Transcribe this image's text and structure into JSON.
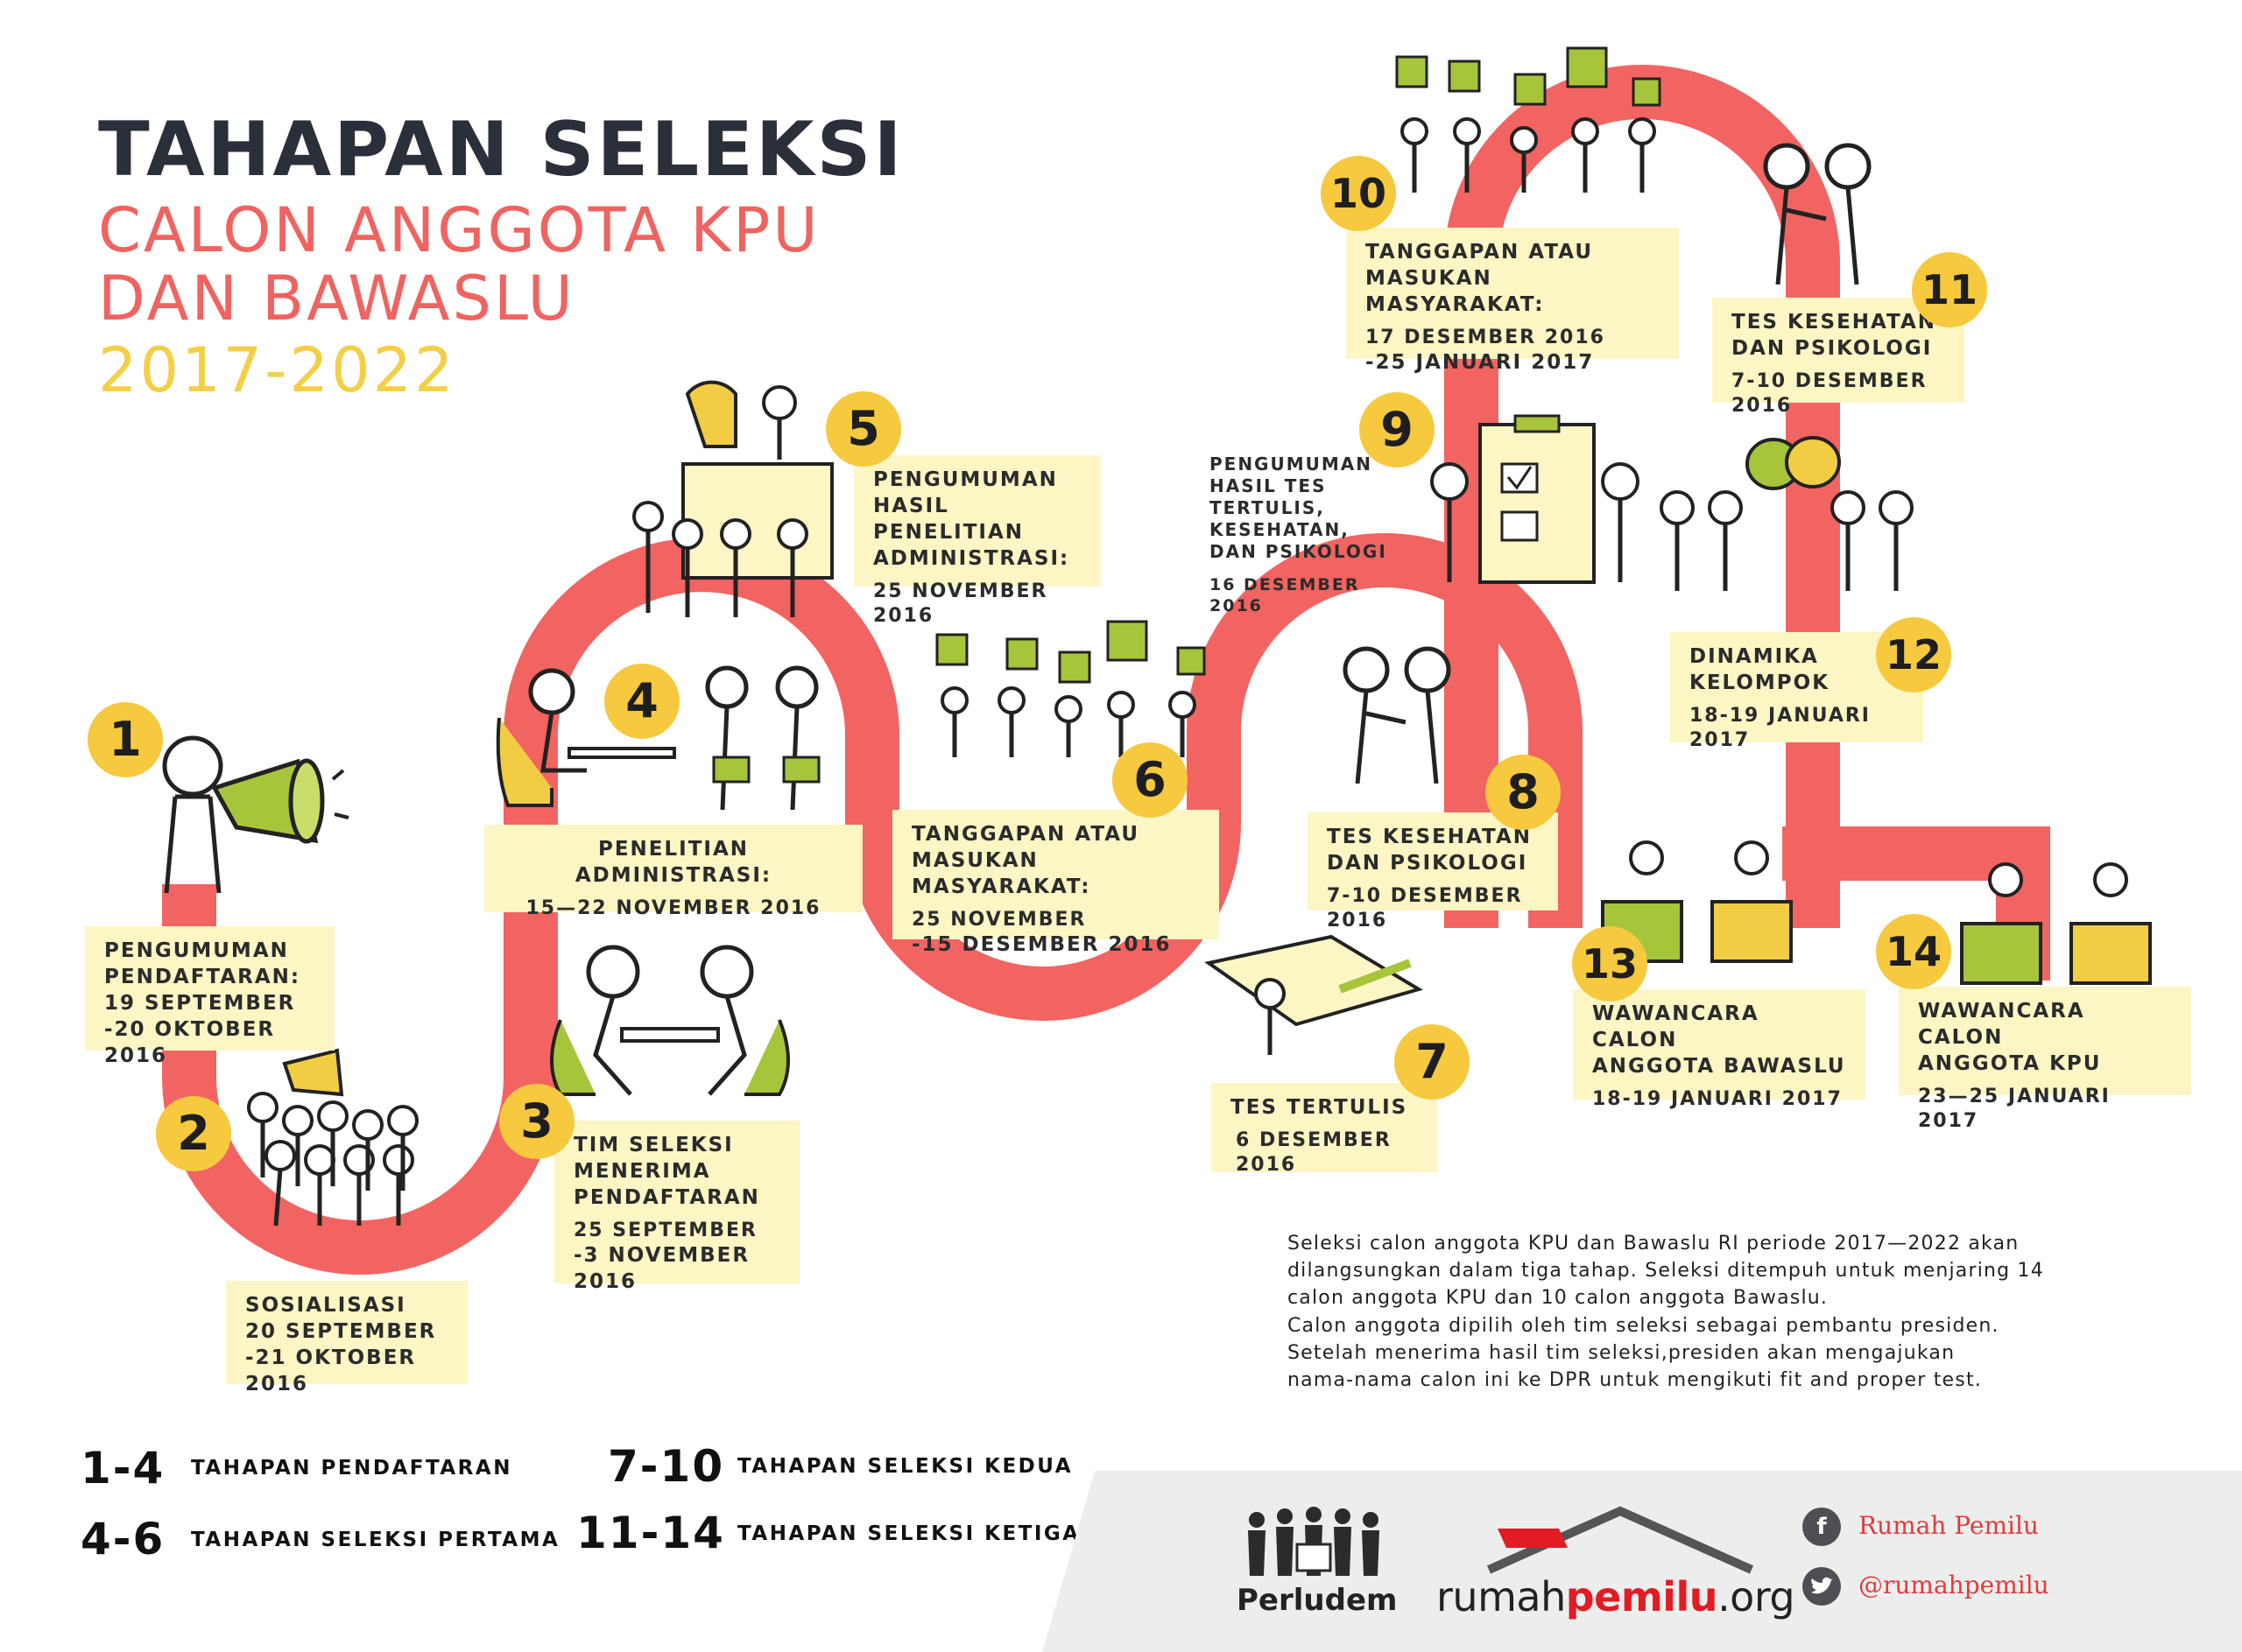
{
  "title": {
    "line1": "TAHAPAN SELEKSI",
    "line2": "CALON ANGGOTA KPU",
    "line3": "DAN BAWASLU",
    "line4": "2017-2022"
  },
  "colors": {
    "path": "#f26461",
    "number_circle": "#f6c93e",
    "box_bg": "#fbf6c4",
    "green": "#a6c53a",
    "yellow": "#f2cd44",
    "title_dark": "#2a2f3a",
    "title_red": "#f06360",
    "title_yellow": "#f4cf45"
  },
  "steps": [
    {
      "number": "1",
      "title_lines": [
        "PENGUMUMAN",
        "PENDAFTARAN:"
      ],
      "date_lines": [
        "19 SEPTEMBER",
        "-20 OKTOBER 2016"
      ],
      "icon": "megaphone-icon"
    },
    {
      "number": "2",
      "title_lines": [
        "SOSIALISASI"
      ],
      "date_lines": [
        "20 SEPTEMBER",
        "-21 OKTOBER 2016"
      ],
      "icon": "crowd-megaphone-icon"
    },
    {
      "number": "3",
      "title_lines": [
        "TIM SELEKSI",
        "MENERIMA",
        "PENDAFTARAN"
      ],
      "date_lines": [
        "25 SEPTEMBER",
        "-3 NOVEMBER 2016"
      ],
      "icon": "meeting-table-icon"
    },
    {
      "number": "4",
      "title_lines": [
        "PENELITIAN ADMINISTRASI:"
      ],
      "date_lines": [
        "15—22 NOVEMBER 2016"
      ],
      "icon": "desk-queue-icon"
    },
    {
      "number": "5",
      "title_lines": [
        "PENGUMUMAN",
        "HASIL PENELITIAN",
        "ADMINISTRASI:"
      ],
      "date_lines": [
        "25 NOVEMBER 2016"
      ],
      "icon": "podium-megaphone-icon"
    },
    {
      "number": "6",
      "title_lines": [
        "TANGGAPAN ATAU",
        "MASUKAN MASYARAKAT:"
      ],
      "date_lines": [
        "25 NOVEMBER",
        "-15 DESEMBER 2016"
      ],
      "icon": "thumbs-crowd-icon"
    },
    {
      "number": "7",
      "title_lines": [
        "TES TERTULIS"
      ],
      "date_lines": [
        "6 DESEMBER 2016"
      ],
      "icon": "written-test-icon"
    },
    {
      "number": "8",
      "title_lines": [
        "TES KESEHATAN",
        "DAN PSIKOLOGI"
      ],
      "date_lines": [
        "7-10 DESEMBER 2016"
      ],
      "icon": "doctor-icon"
    },
    {
      "number": "9",
      "title_lines": [
        "PENGUMUMAN",
        "HASIL TES TERTULIS,",
        "KESEHATAN,",
        "DAN PSIKOLOGI"
      ],
      "date_lines": [
        "16 DESEMBER 2016"
      ],
      "icon": "checklist-board-icon"
    },
    {
      "number": "10",
      "title_lines": [
        "TANGGAPAN ATAU",
        "MASUKAN MASYARAKAT:"
      ],
      "date_lines": [
        "17 DESEMBER 2016",
        "-25 JANUARI 2017"
      ],
      "icon": "thumbs-crowd-icon"
    },
    {
      "number": "11",
      "title_lines": [
        "TES KESEHATAN",
        "DAN PSIKOLOGI"
      ],
      "date_lines": [
        "7-10 DESEMBER 2016"
      ],
      "icon": "doctor-icon"
    },
    {
      "number": "12",
      "title_lines": [
        "DINAMIKA",
        "KELOMPOK"
      ],
      "date_lines": [
        "18-19 JANUARI 2017"
      ],
      "icon": "speech-bubbles-icon"
    },
    {
      "number": "13",
      "title_lines": [
        "WAWANCARA CALON",
        "ANGGOTA BAWASLU"
      ],
      "date_lines": [
        "18-19 JANUARI 2017"
      ],
      "icon": "interview-icon"
    },
    {
      "number": "14",
      "title_lines": [
        "WAWANCARA CALON",
        "ANGGOTA KPU"
      ],
      "date_lines": [
        "23—25 JANUARI 2017"
      ],
      "icon": "interview-icon"
    }
  ],
  "description": [
    "Seleksi calon anggota KPU dan Bawaslu RI periode 2017—2022 akan",
    "dilangsungkan dalam tiga tahap. Seleksi ditempuh untuk menjaring 14",
    "calon anggota KPU dan 10 calon anggota Bawaslu.",
    "Calon anggota dipilih oleh tim seleksi sebagai pembantu presiden.",
    "Setelah menerima hasil tim seleksi,presiden akan mengajukan",
    "nama-nama calon ini ke DPR untuk mengikuti fit and proper test."
  ],
  "legend": [
    {
      "range": "1-4",
      "label": "TAHAPAN PENDAFTARAN"
    },
    {
      "range": "4-6",
      "label": "TAHAPAN SELEKSI PERTAMA"
    },
    {
      "range": "7-10",
      "label": "TAHAPAN SELEKSI KEDUA"
    },
    {
      "range": "11-14",
      "label": "TAHAPAN SELEKSI KETIGA"
    }
  ],
  "footer": {
    "perludem": "Perludem",
    "site_prefix": "rumah",
    "site_bold": "pemilu",
    "site_suffix": ".org",
    "facebook": "Rumah Pemilu",
    "twitter": "@rumahpemilu",
    "facebook_icon": "facebook-icon",
    "twitter_icon": "twitter-icon"
  }
}
